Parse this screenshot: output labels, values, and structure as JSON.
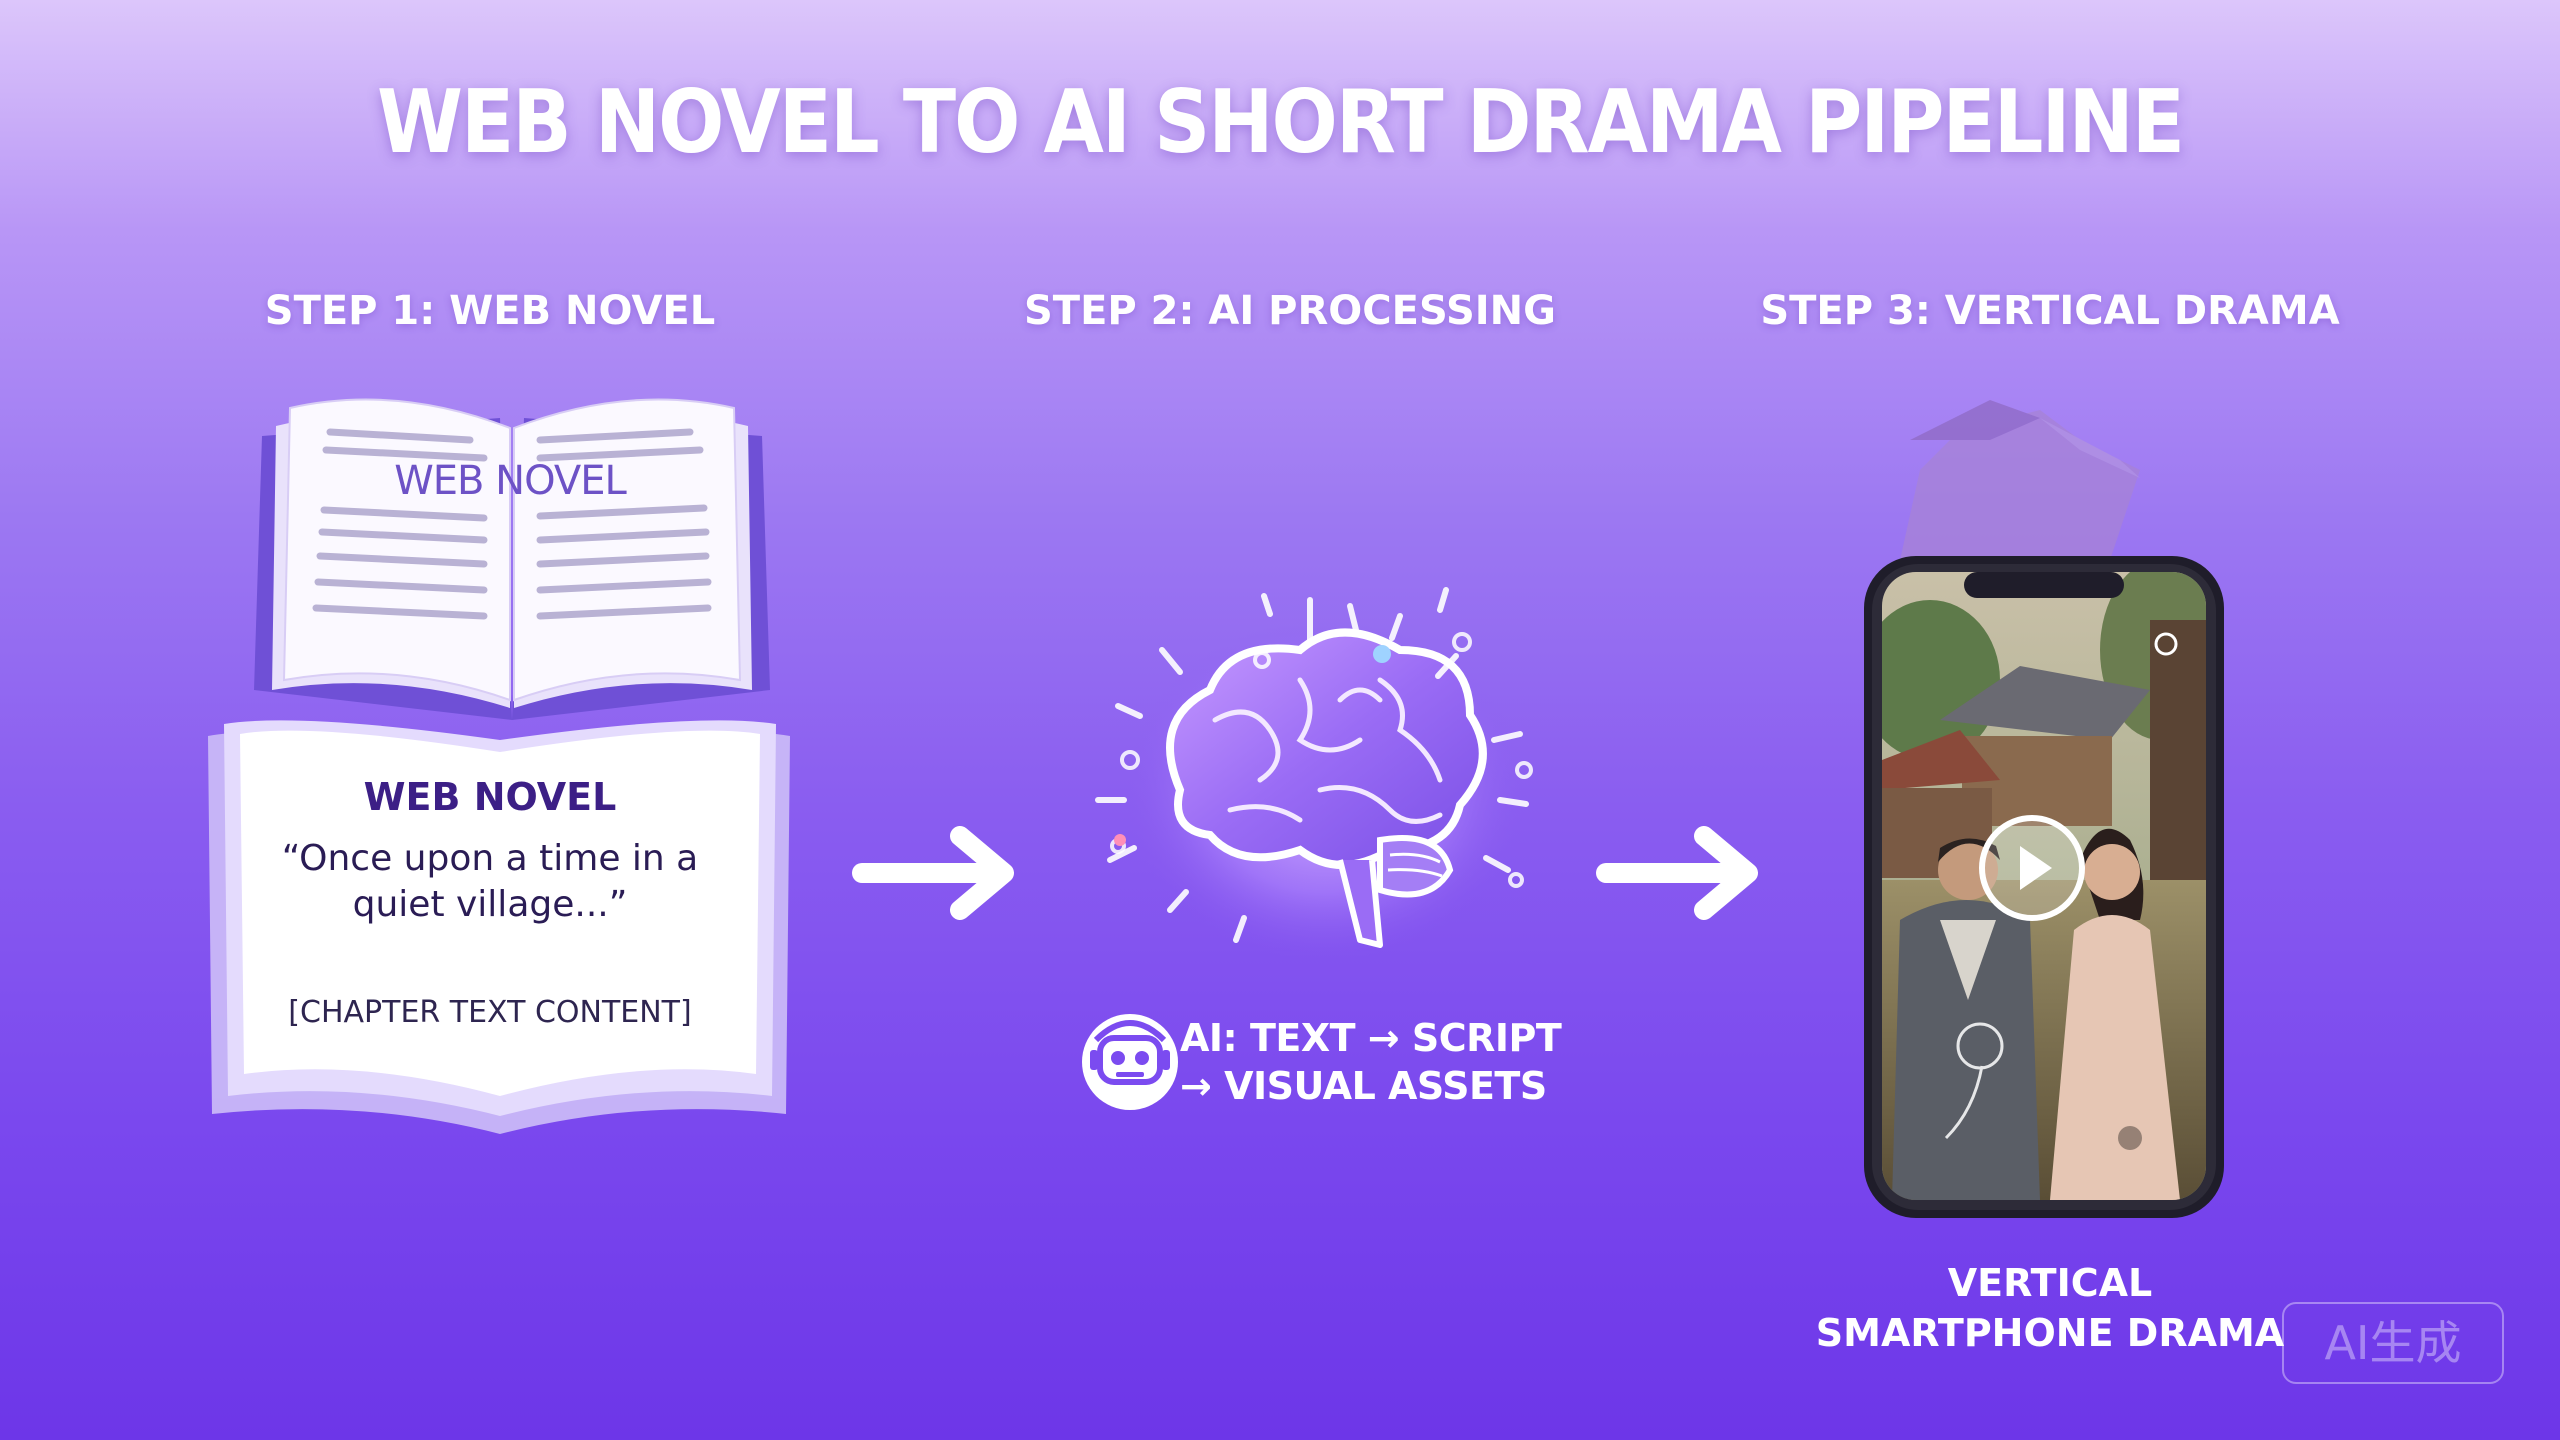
{
  "title": "WEB NOVEL TO AI SHORT DRAMA PIPELINE",
  "steps": [
    {
      "label": "STEP 1: WEB NOVEL"
    },
    {
      "label": "STEP 2: AI PROCESSING"
    },
    {
      "label": "STEP 3: VERTICAL DRAMA"
    }
  ],
  "book": {
    "cover_title": "WEB NOVEL",
    "page_title": "WEB NOVEL",
    "quote": "“Once upon a time in a quiet village...”",
    "chapter": "[CHAPTER TEXT CONTENT]"
  },
  "ai": {
    "caption_line1": "AI: TEXT → SCRIPT",
    "caption_line2": "→ VISUAL ASSETS"
  },
  "phone": {
    "caption_line1": "VERTICAL",
    "caption_line2": "SMARTPHONE DRAMA",
    "icons": [
      "play-icon",
      "rotate-icon"
    ]
  },
  "watermark": "AI生成",
  "colors": {
    "background_top": "#dcc6fb",
    "background_bottom": "#6d36e8",
    "accent_purple": "#7b4bf0",
    "text": "#ffffff"
  }
}
